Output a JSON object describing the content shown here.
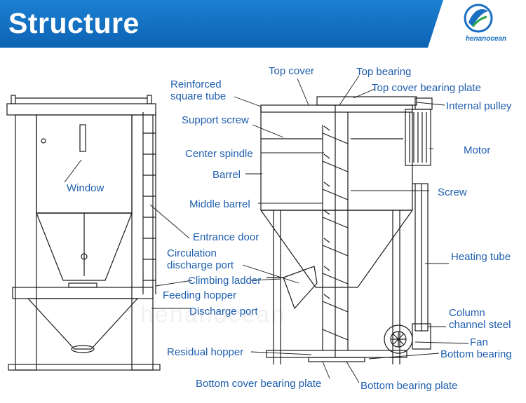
{
  "header": {
    "title": "Structure",
    "logo_text": "henanocean",
    "banner_color": "#1570c4",
    "label_color": "#1f5fae"
  },
  "labels": {
    "reinforced_square_tube": "Reinforced\nsquare tube",
    "top_cover": "Top cover",
    "top_bearing": "Top bearing",
    "top_cover_bearing_plate": "Top cover bearing plate",
    "internal_pulley": "Internal pulley",
    "support_screw": "Support screw",
    "center_spindle": "Center spindle",
    "barrel": "Barrel",
    "motor": "Motor",
    "window": "Window",
    "screw": "Screw",
    "middle_barrel": "Middle barrel",
    "entrance_door": "Entrance door",
    "heating_tube": "Heating tube",
    "circulation_discharge_port": "Circulation\ndischarge port",
    "climbing_ladder": "Climbing ladder",
    "feeding_hopper": "Feeding hopper",
    "discharge_port": "Discharge port",
    "column_channel_steel": "Column\nchannel steel",
    "fan": "Fan",
    "bottom_bearing": "Bottom bearing",
    "residual_hopper": "Residual hopper",
    "bottom_cover_bearing_plate": "Bottom cover bearing plate",
    "bottom_bearing_plate": "Bottom bearing plate"
  }
}
